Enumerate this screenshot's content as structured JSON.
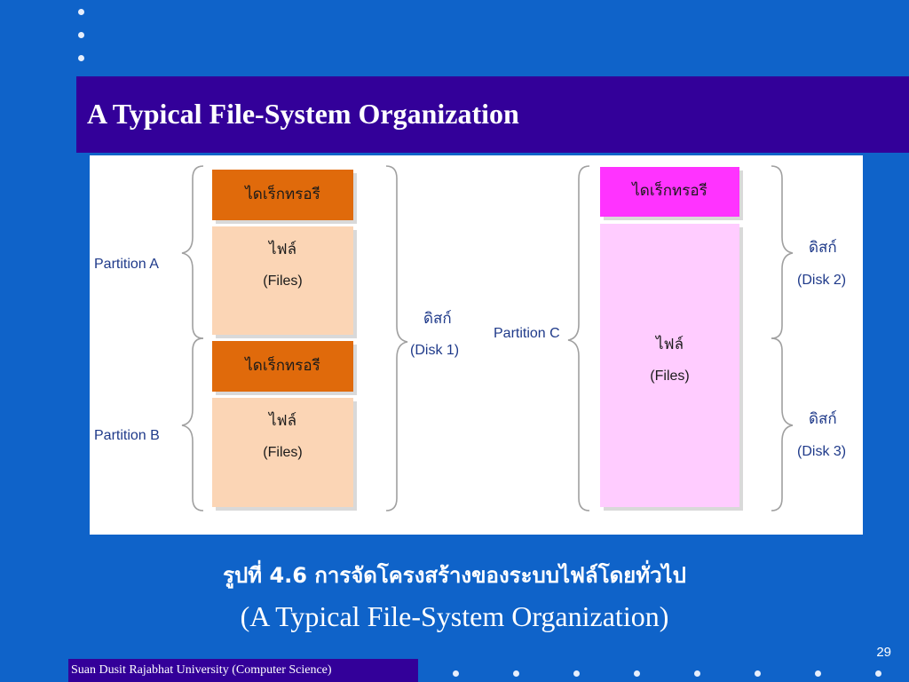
{
  "slide": {
    "title": "A Typical File-System Organization",
    "page_number": "29",
    "footer": "Suan Dusit Rajabhat University (Computer Science)"
  },
  "figure": {
    "partition_a_label": "Partition A",
    "partition_b_label": "Partition B",
    "partition_c_label": "Partition C",
    "directory_label": "ไดเร็กทรอรี",
    "files_thai": "ไฟล์",
    "files_eng": "(Files)",
    "disk_thai": "ดิสก์",
    "disk1_eng": "(Disk 1)",
    "disk2_eng": "(Disk 2)",
    "disk3_eng": "(Disk 3)"
  },
  "caption": {
    "thai": "รูปที่ 4.6 การจัดโครงสร้างของระบบไฟล์โดยทั่วไป",
    "english": "(A Typical File-System Organization)"
  }
}
